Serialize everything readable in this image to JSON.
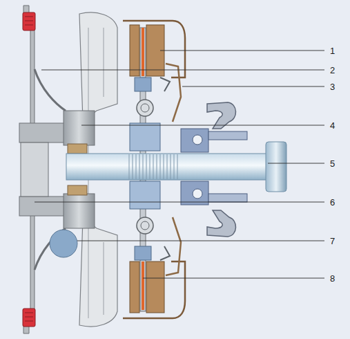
{
  "diagram": {
    "labels": [
      "1",
      "2",
      "3",
      "4",
      "5",
      "6",
      "7",
      "8"
    ]
  }
}
